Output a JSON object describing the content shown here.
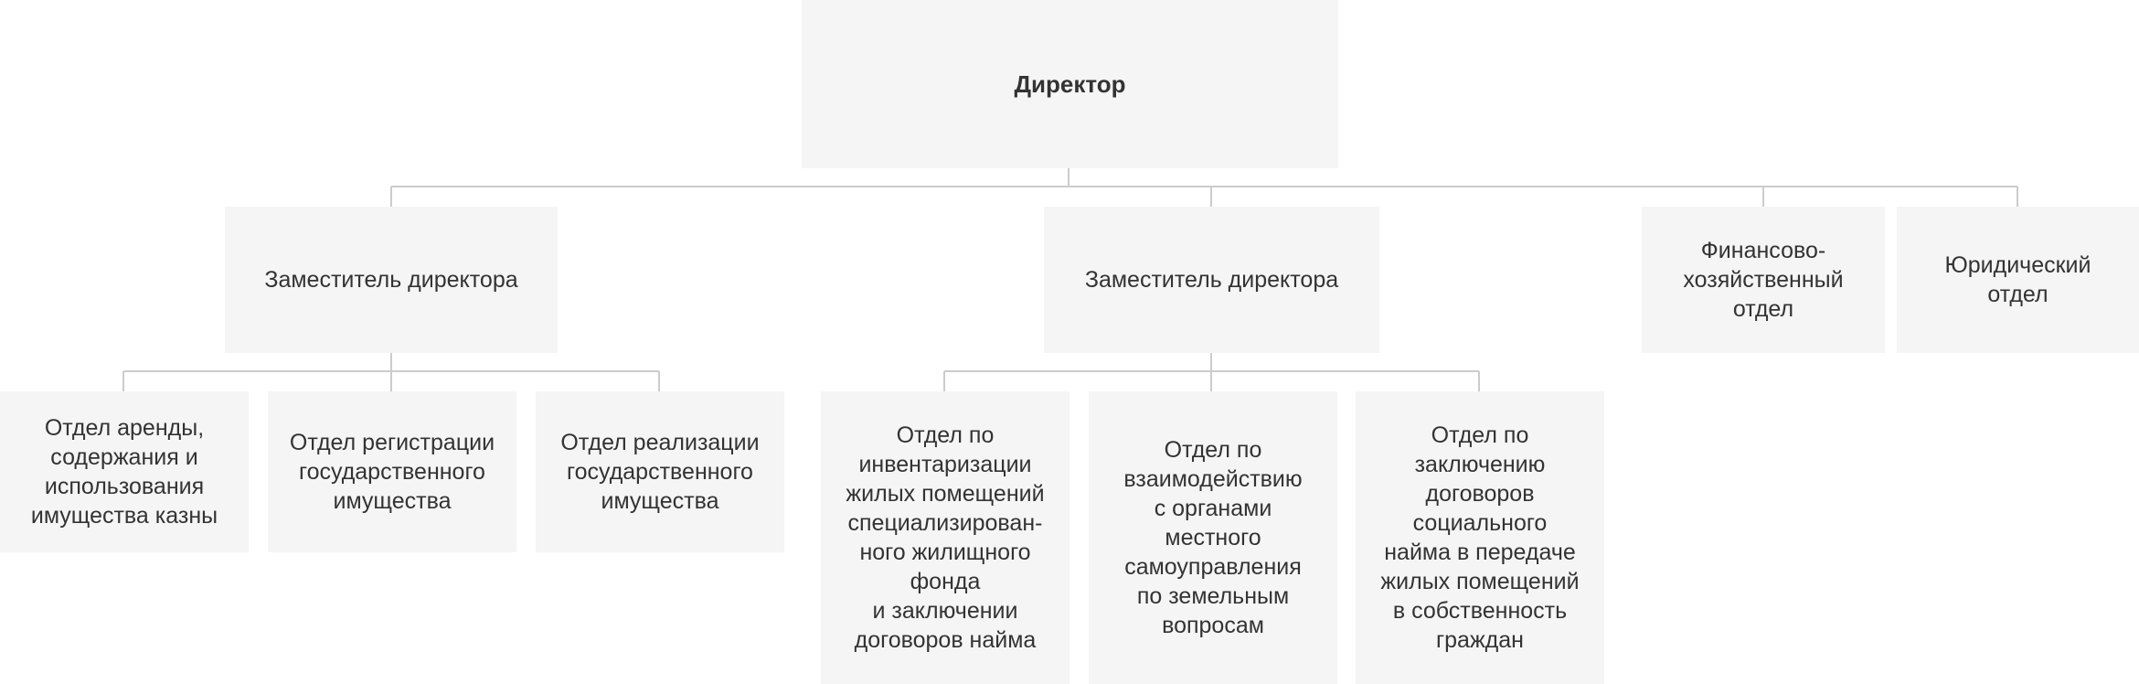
{
  "org_chart": {
    "director": "Директор",
    "deputy_1": "Заместитель директора",
    "deputy_2": "Заместитель директора",
    "finance_dept": "Финансово-\nхозяйственный\nотдел",
    "legal_dept": "Юридический\nотдел",
    "deputy_1_departments": [
      "Отдел аренды,\nсодержания и\nиспользования\nимущества казны",
      "Отдел регистрации\nгосударственного\nимущества",
      "Отдел реализации\nгосударственного\nимущества"
    ],
    "deputy_2_departments": [
      "Отдел по\nинвентаризации\nжилых помещений\nспециализирован-\nного жилищного\nфонда\nи заключении\nдоговоров найма",
      "Отдел по\nвзаимодействию\nс органами\nместного\nсамоуправления\nпо земельным\nвопросам",
      "Отдел по\nзаключению\nдоговоров\nсоциального\nнайма в передаче\nжилых помещений\nв собственность\nграждан"
    ]
  },
  "colors": {
    "node_background": "#f5f5f5",
    "connector_line": "#cccccc",
    "text": "#333333"
  }
}
